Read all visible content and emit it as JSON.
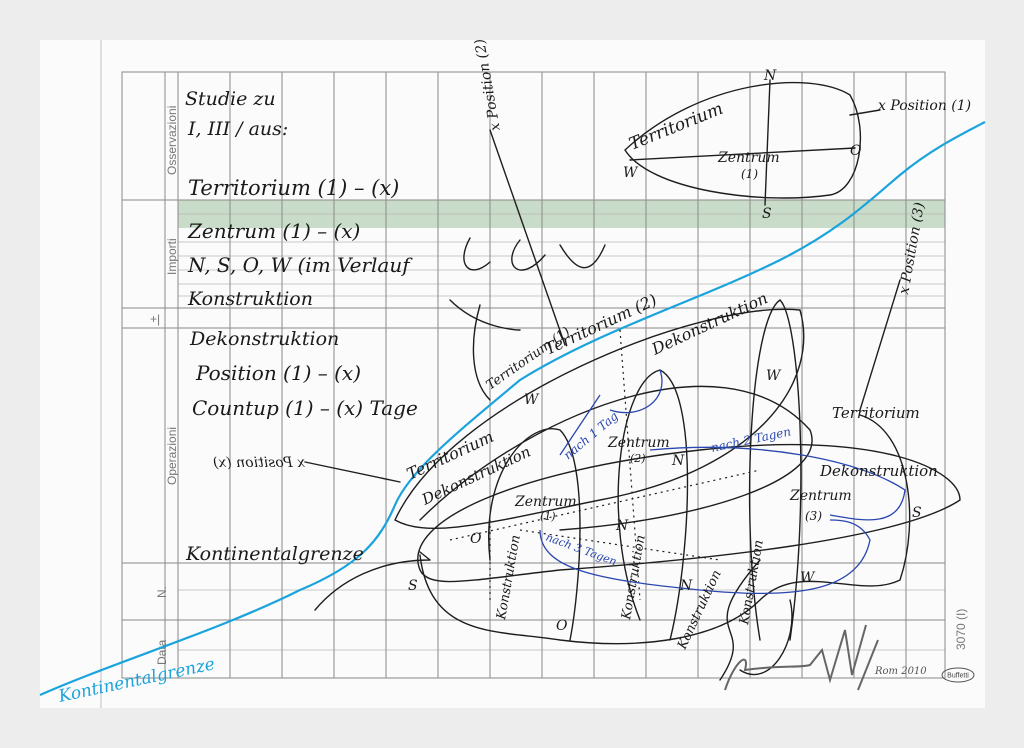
{
  "form": {
    "sections": [
      "Osservazioni",
      "Importi",
      "+|",
      "Operazioni",
      "N.",
      "Data"
    ],
    "form_number": "3070 (I)",
    "brand": "Buffetti"
  },
  "notes": {
    "title_1": "Studie zu",
    "title_2": "I, III / aus:",
    "line_1": "Territorium (1) – (x)",
    "line_2": "Zentrum (1) – (x)",
    "line_3": "N, S, O, W   (im Verlauf",
    "line_4": "Konstruktion",
    "line_5": "Dekonstruktion",
    "line_6": "Position (1) – (x)",
    "line_7": "Countup (1) – (x) Tage",
    "line_8": "x Position (x)",
    "line_9": "Kontinentalgrenze",
    "blue_label": "Kontinentalgrenze"
  },
  "drawing": {
    "territorium_top": "Territorium",
    "zentrum_1_top": "Zentrum",
    "num_1": "(1)",
    "n": "N",
    "s": "S",
    "o": "O",
    "w": "W",
    "position_1": "x Position (1)",
    "position_2": "x Position (2)",
    "position_3": "x Position (3)",
    "territorium_2": "Territorium (2)",
    "dekonstruktion_a": "Dekonstruktion",
    "territorium_1": "Territorium (1)",
    "zentrum_2": "Zentrum",
    "num_2": "(2)",
    "nach_1_tag": "nach 1 Tag",
    "nach_2_tagen": "nach 2 Tagen",
    "territorium_3": "Territorium",
    "dekonstruktion_b": "Dekonstruktion",
    "zentrum_3": "Zentrum",
    "num_3": "(3)",
    "territorium_mid": "Territorium",
    "dekonstruktion_c": "Dekonstruktion",
    "zentrum_1_mid": "Zentrum",
    "konstruktion": "Konstruktion",
    "nach_3_tagen": "nach 3 Tagen"
  },
  "signature": {
    "place_date": "Rom 2010"
  },
  "colors": {
    "cyan": "#1aa3dc",
    "blue_ink": "#2a47b0",
    "green_band": "#c9dcc9"
  }
}
